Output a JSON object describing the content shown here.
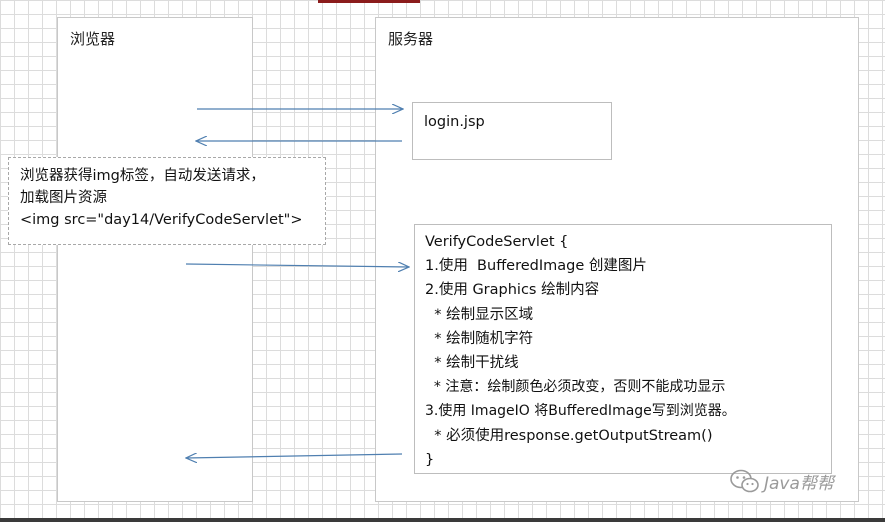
{
  "browser_lane": {
    "title": "浏览器"
  },
  "server_lane": {
    "title": "服务器"
  },
  "login_box": {
    "label": "login.jsp"
  },
  "note_box": {
    "lines": [
      "浏览器获得img标签，自动发送请求，",
      "加载图片资源",
      "<img src=\"day14/VerifyCodeServlet\">"
    ]
  },
  "servlet_box": {
    "lines": [
      "VerifyCodeServlet {",
      "1.使用  BufferedImage 创建图片",
      "2.使用 Graphics 绘制内容",
      "  * 绘制显示区域",
      "  * 绘制随机字符",
      "  * 绘制干扰线",
      "  * 注意：绘制颜色必须改变，否则不能成功显示",
      "3.使用 ImageIO 将BufferedImage写到浏览器。",
      "  * 必须使用response.getOutputStream()",
      "}"
    ]
  },
  "watermark": {
    "text": "Java帮帮",
    "icon": "wechat-icon"
  },
  "colors": {
    "arrow": "#4f7fb0",
    "border": "#bdbdbd"
  }
}
